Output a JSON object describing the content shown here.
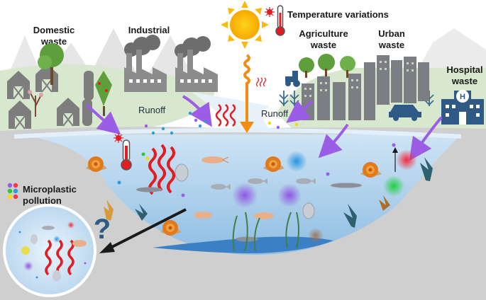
{
  "labels": {
    "domestic_waste": [
      "Domestic",
      "waste"
    ],
    "industrial": "Industrial",
    "temperature_variations": "Temperature variations",
    "agriculture_waste": [
      "Agriculture",
      "waste"
    ],
    "urban_waste": [
      "Urban",
      "waste"
    ],
    "hospital_waste": [
      "Hospital",
      "waste"
    ],
    "hospital_sign": "H",
    "runoff_left": "Runoff",
    "runoff_right": "Runoff",
    "microplastic_pollution": [
      "Microplastic",
      "pollution"
    ],
    "question_mark": "?"
  },
  "colors": {
    "sky": "#ffffff",
    "land": "#d8e8cf",
    "ground": "#cfcfcf",
    "water": "#a9cde9",
    "water_surface": "#e3f0fa",
    "deep_water": "#3b7fc4",
    "arrow_runoff": "#9b5de5",
    "arrow_sun": "#f28c13",
    "heat_wave": "#e31b23",
    "sun": "#f9b90d",
    "factory": "#8c8c8c",
    "smoke": "#6d6d6d",
    "building": "#7b7e83",
    "barn": "#7d7d7d",
    "tree": "#5e9f3b",
    "hospital": "#2f5a86",
    "microplastic_red": "#f03a4a",
    "microplastic_purple": "#9b5de5",
    "microplastic_blue": "#2d9cdb",
    "microplastic_green": "#27c93f",
    "microplastic_yellow": "#f5d90a"
  },
  "icons": [
    "thermometer-icon",
    "sun-icon",
    "virus-icon",
    "barn-icon",
    "factory-icon",
    "building-icon",
    "car-icon",
    "tractor-icon",
    "hospital-icon",
    "snail-icon",
    "shrimp-icon",
    "daphnia-icon",
    "fish-icon",
    "seaweed-icon",
    "magnifier-icon"
  ]
}
